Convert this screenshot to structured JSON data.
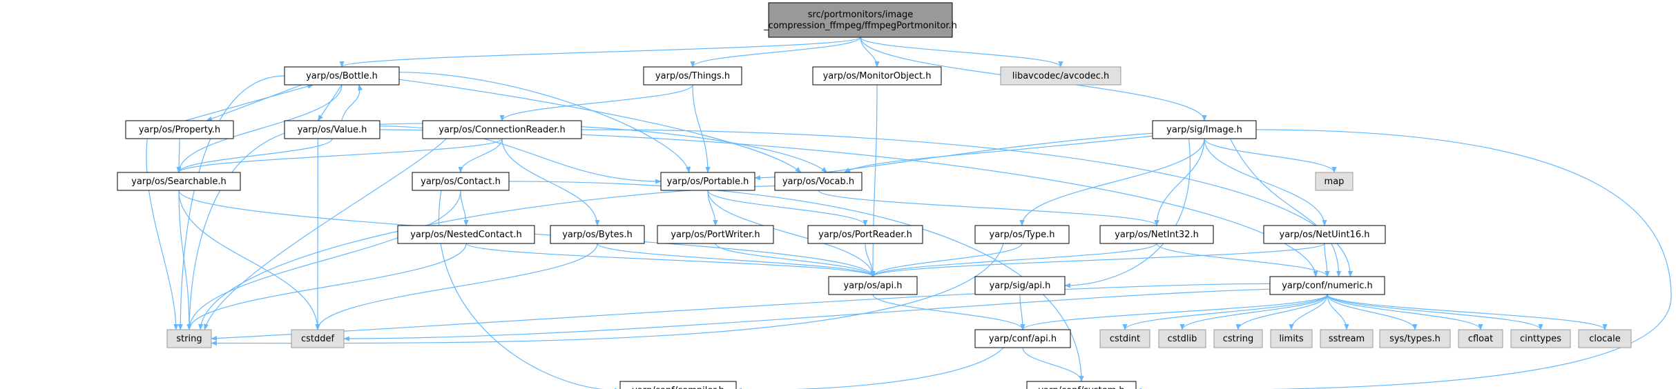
{
  "graph": {
    "colors": {
      "root_fill": "#999999",
      "node_fill": "#ffffff",
      "system_fill": "#e0e0e0",
      "node_border": "#000000",
      "system_border": "#999999",
      "edge": "#63b8ff"
    },
    "nodes": [
      {
        "id": "root",
        "kind": "root",
        "lines": [
          "src/portmonitors/image",
          "_compression_ffmpeg/ffmpegPortmonitor.h"
        ]
      },
      {
        "id": "bottle",
        "kind": "header",
        "lines": [
          "yarp/os/Bottle.h"
        ]
      },
      {
        "id": "things",
        "kind": "header",
        "lines": [
          "yarp/os/Things.h"
        ]
      },
      {
        "id": "monitorobject",
        "kind": "header",
        "lines": [
          "yarp/os/MonitorObject.h"
        ]
      },
      {
        "id": "avcodec",
        "kind": "system",
        "lines": [
          "libavcodec/avcodec.h"
        ]
      },
      {
        "id": "image",
        "kind": "header",
        "lines": [
          "yarp/sig/Image.h"
        ]
      },
      {
        "id": "property",
        "kind": "header",
        "lines": [
          "yarp/os/Property.h"
        ]
      },
      {
        "id": "value",
        "kind": "header",
        "lines": [
          "yarp/os/Value.h"
        ]
      },
      {
        "id": "connectionreader",
        "kind": "header",
        "lines": [
          "yarp/os/ConnectionReader.h"
        ]
      },
      {
        "id": "searchable",
        "kind": "header",
        "lines": [
          "yarp/os/Searchable.h"
        ]
      },
      {
        "id": "portable",
        "kind": "header",
        "lines": [
          "yarp/os/Portable.h"
        ]
      },
      {
        "id": "vocab",
        "kind": "header",
        "lines": [
          "yarp/os/Vocab.h"
        ]
      },
      {
        "id": "map",
        "kind": "system",
        "lines": [
          "map"
        ]
      },
      {
        "id": "contact",
        "kind": "header",
        "lines": [
          "yarp/os/Contact.h"
        ]
      },
      {
        "id": "nestedcontact",
        "kind": "header",
        "lines": [
          "yarp/os/NestedContact.h"
        ]
      },
      {
        "id": "bytes",
        "kind": "header",
        "lines": [
          "yarp/os/Bytes.h"
        ]
      },
      {
        "id": "portwriter",
        "kind": "header",
        "lines": [
          "yarp/os/PortWriter.h"
        ]
      },
      {
        "id": "portreader",
        "kind": "header",
        "lines": [
          "yarp/os/PortReader.h"
        ]
      },
      {
        "id": "type",
        "kind": "header",
        "lines": [
          "yarp/os/Type.h"
        ]
      },
      {
        "id": "netint32",
        "kind": "header",
        "lines": [
          "yarp/os/NetInt32.h"
        ]
      },
      {
        "id": "netuint16",
        "kind": "header",
        "lines": [
          "yarp/os/NetUint16.h"
        ]
      },
      {
        "id": "osapi",
        "kind": "header",
        "lines": [
          "yarp/os/api.h"
        ]
      },
      {
        "id": "sigapi",
        "kind": "header",
        "lines": [
          "yarp/sig/api.h"
        ]
      },
      {
        "id": "numeric",
        "kind": "header",
        "lines": [
          "yarp/conf/numeric.h"
        ]
      },
      {
        "id": "string",
        "kind": "system",
        "lines": [
          "string"
        ]
      },
      {
        "id": "cstddef",
        "kind": "system",
        "lines": [
          "cstddef"
        ]
      },
      {
        "id": "confapi",
        "kind": "header",
        "lines": [
          "yarp/conf/api.h"
        ]
      },
      {
        "id": "cstdint",
        "kind": "system",
        "lines": [
          "cstdint"
        ]
      },
      {
        "id": "cstdlib",
        "kind": "system",
        "lines": [
          "cstdlib"
        ]
      },
      {
        "id": "cstring",
        "kind": "system",
        "lines": [
          "cstring"
        ]
      },
      {
        "id": "limits",
        "kind": "system",
        "lines": [
          "limits"
        ]
      },
      {
        "id": "sstream",
        "kind": "system",
        "lines": [
          "sstream"
        ]
      },
      {
        "id": "systypes",
        "kind": "system",
        "lines": [
          "sys/types.h"
        ]
      },
      {
        "id": "cfloat",
        "kind": "system",
        "lines": [
          "cfloat"
        ]
      },
      {
        "id": "cinttypes",
        "kind": "system",
        "lines": [
          "cinttypes"
        ]
      },
      {
        "id": "clocale",
        "kind": "system",
        "lines": [
          "clocale"
        ]
      },
      {
        "id": "compiler",
        "kind": "header",
        "lines": [
          "yarp/conf/compiler.h"
        ]
      },
      {
        "id": "system",
        "kind": "header",
        "lines": [
          "yarp/conf/system.h"
        ]
      }
    ],
    "edges": [
      [
        "root",
        "bottle"
      ],
      [
        "root",
        "things"
      ],
      [
        "root",
        "monitorobject"
      ],
      [
        "root",
        "avcodec"
      ],
      [
        "root",
        "image"
      ],
      [
        "bottle",
        "property"
      ],
      [
        "bottle",
        "value"
      ],
      [
        "bottle",
        "searchable"
      ],
      [
        "bottle",
        "portable"
      ],
      [
        "bottle",
        "vocab"
      ],
      [
        "bottle",
        "string"
      ],
      [
        "property",
        "bottle"
      ],
      [
        "property",
        "searchable"
      ],
      [
        "property",
        "string"
      ],
      [
        "value",
        "bottle"
      ],
      [
        "value",
        "searchable"
      ],
      [
        "value",
        "portable"
      ],
      [
        "value",
        "vocab"
      ],
      [
        "value",
        "string"
      ],
      [
        "value",
        "cstddef"
      ],
      [
        "value",
        "numeric"
      ],
      [
        "things",
        "connectionreader"
      ],
      [
        "things",
        "portable"
      ],
      [
        "monitorobject",
        "osapi"
      ],
      [
        "connectionreader",
        "searchable"
      ],
      [
        "connectionreader",
        "contact"
      ],
      [
        "connectionreader",
        "bytes"
      ],
      [
        "connectionreader",
        "string"
      ],
      [
        "connectionreader",
        "numeric"
      ],
      [
        "searchable",
        "string"
      ],
      [
        "searchable",
        "cstddef"
      ],
      [
        "searchable",
        "osapi"
      ],
      [
        "portable",
        "portwriter"
      ],
      [
        "portable",
        "portreader"
      ],
      [
        "portable",
        "osapi"
      ],
      [
        "vocab",
        "netint32"
      ],
      [
        "vocab",
        "string"
      ],
      [
        "contact",
        "nestedcontact"
      ],
      [
        "contact",
        "string"
      ],
      [
        "contact",
        "compiler"
      ],
      [
        "contact",
        "system"
      ],
      [
        "nestedcontact",
        "string"
      ],
      [
        "nestedcontact",
        "osapi"
      ],
      [
        "bytes",
        "cstddef"
      ],
      [
        "bytes",
        "osapi"
      ],
      [
        "portwriter",
        "osapi"
      ],
      [
        "portreader",
        "osapi"
      ],
      [
        "image",
        "portable"
      ],
      [
        "image",
        "vocab"
      ],
      [
        "image",
        "map"
      ],
      [
        "image",
        "type"
      ],
      [
        "image",
        "netint32"
      ],
      [
        "image",
        "netuint16"
      ],
      [
        "image",
        "sigapi"
      ],
      [
        "image",
        "numeric"
      ],
      [
        "image",
        "system"
      ],
      [
        "type",
        "osapi"
      ],
      [
        "type",
        "string"
      ],
      [
        "netint32",
        "osapi"
      ],
      [
        "netint32",
        "numeric"
      ],
      [
        "netuint16",
        "osapi"
      ],
      [
        "netuint16",
        "numeric"
      ],
      [
        "sigapi",
        "confapi"
      ],
      [
        "osapi",
        "confapi"
      ],
      [
        "numeric",
        "string"
      ],
      [
        "numeric",
        "cstddef"
      ],
      [
        "numeric",
        "confapi"
      ],
      [
        "numeric",
        "cstdint"
      ],
      [
        "numeric",
        "cstdlib"
      ],
      [
        "numeric",
        "cstring"
      ],
      [
        "numeric",
        "limits"
      ],
      [
        "numeric",
        "sstream"
      ],
      [
        "numeric",
        "systypes"
      ],
      [
        "numeric",
        "cfloat"
      ],
      [
        "numeric",
        "cinttypes"
      ],
      [
        "numeric",
        "clocale"
      ],
      [
        "confapi",
        "compiler"
      ],
      [
        "confapi",
        "system"
      ]
    ]
  }
}
